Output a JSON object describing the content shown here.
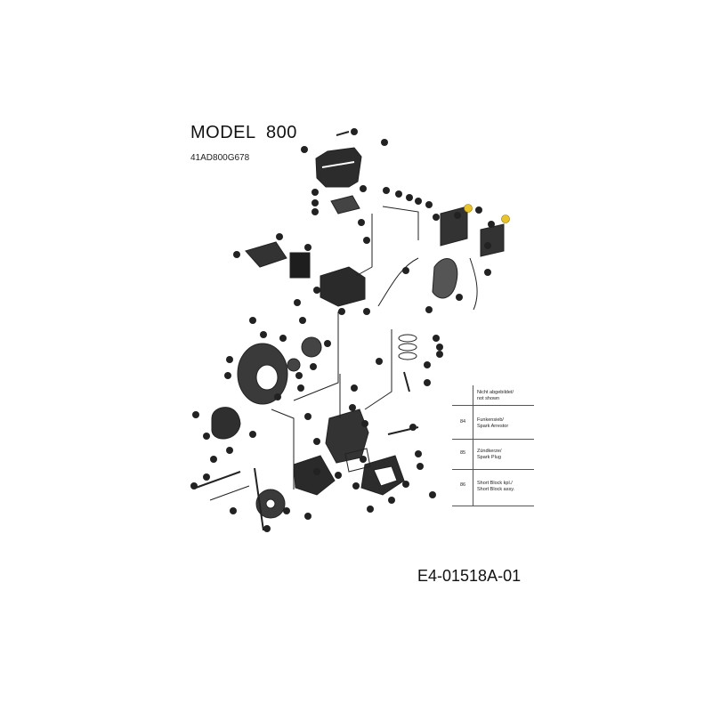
{
  "title": "MODEL  800",
  "subtitle": "41AD800G678",
  "document_id": "E4-01518A-01",
  "legend": {
    "header": [
      "Nicht abgebildet/",
      "not shown"
    ],
    "rows": [
      {
        "number": "84",
        "text": [
          "Funkensieb/",
          "Spark Arrestor"
        ]
      },
      {
        "number": "85",
        "text": [
          "Zündkerze/",
          "Spark Plug"
        ]
      },
      {
        "number": "86",
        "text": [
          "Short Block kpl./",
          "Short Block assy."
        ]
      }
    ]
  },
  "highlight_color": "#e8c32a"
}
